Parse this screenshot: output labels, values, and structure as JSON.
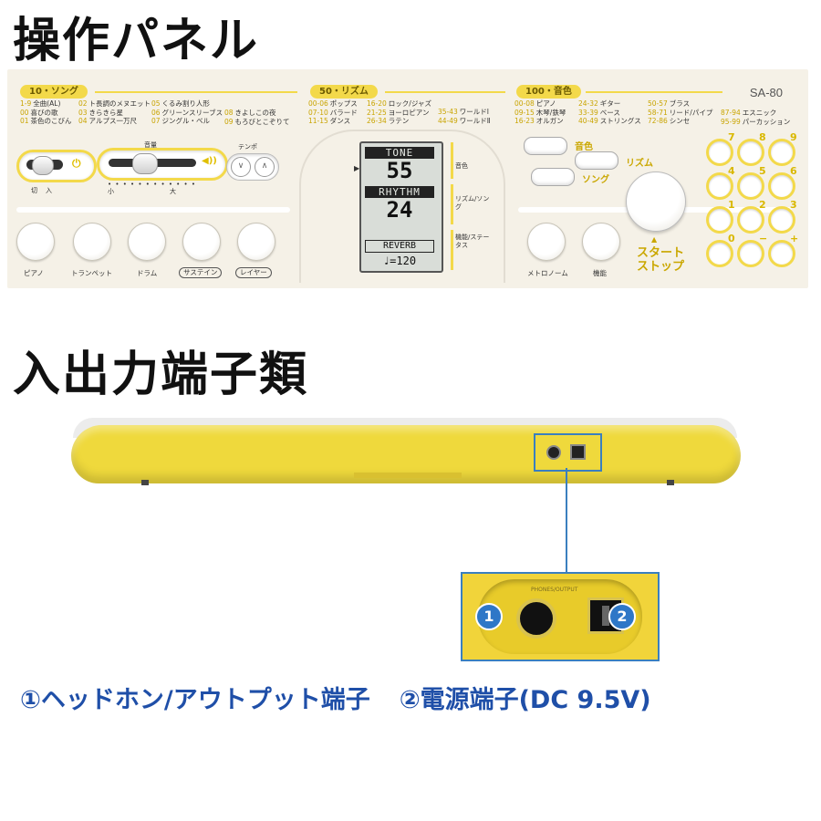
{
  "headings": {
    "panel": "操作パネル",
    "jacks": "入出力端子類"
  },
  "panel": {
    "model": "SA-80",
    "sections": {
      "song": "10・ソング",
      "rhythm": "50・リズム",
      "tone": "100・音色"
    },
    "song_list": [
      {
        "n": "1-9",
        "t": "全曲(AL)"
      },
      {
        "n": "00",
        "t": "喜びの歌"
      },
      {
        "n": "01",
        "t": "茶色のこびん"
      },
      {
        "n": "02",
        "t": "ト長調のメヌエット"
      },
      {
        "n": "03",
        "t": "きらきら星"
      },
      {
        "n": "04",
        "t": "アルプス一万尺"
      },
      {
        "n": "05",
        "t": "くるみ割り人形"
      },
      {
        "n": "06",
        "t": "グリーンスリーブス"
      },
      {
        "n": "07",
        "t": "ジングル・ベル"
      },
      {
        "n": "08",
        "t": "きよしこの夜"
      },
      {
        "n": "09",
        "t": "もろびとこぞりて"
      }
    ],
    "rhythm_list": [
      {
        "n": "00-06",
        "t": "ポップス"
      },
      {
        "n": "07-10",
        "t": "バラード"
      },
      {
        "n": "11-15",
        "t": "ダンス"
      },
      {
        "n": "16-20",
        "t": "ロック/ジャズ"
      },
      {
        "n": "21-25",
        "t": "ヨーロピアン"
      },
      {
        "n": "26-34",
        "t": "ラテン"
      },
      {
        "n": "35-43",
        "t": "ワールドⅠ"
      },
      {
        "n": "44-49",
        "t": "ワールドⅡ"
      }
    ],
    "tone_list": [
      {
        "n": "00-08",
        "t": "ピアノ"
      },
      {
        "n": "09-15",
        "t": "木琴/鉄琴"
      },
      {
        "n": "16-23",
        "t": "オルガン"
      },
      {
        "n": "24-32",
        "t": "ギター"
      },
      {
        "n": "33-39",
        "t": "ベース"
      },
      {
        "n": "40-49",
        "t": "ストリングス"
      },
      {
        "n": "50-57",
        "t": "ブラス"
      },
      {
        "n": "58-71",
        "t": "リード/パイプ"
      },
      {
        "n": "72-86",
        "t": "シンセ"
      },
      {
        "n": "87-94",
        "t": "エスニック"
      },
      {
        "n": "95-99",
        "t": "パーカッション"
      }
    ],
    "power": {
      "off": "切",
      "on": "入"
    },
    "volume": {
      "label": "音量",
      "min": "小",
      "max": "大"
    },
    "tempo": {
      "label": "テンポ",
      "down": "∨",
      "up": "∧"
    },
    "buttons": {
      "piano": "ピアノ",
      "trumpet": "トランペット",
      "drum": "ドラム",
      "sustain": "サステイン",
      "layer": "レイヤー",
      "metronome": "メトロノーム",
      "function": "機能"
    },
    "lcd": {
      "tone_tag": "TONE",
      "tone_num": "55",
      "rhythm_tag": "RHYTHM",
      "rhythm_num": "24",
      "reverb": "REVERB",
      "tempo": "♩=120"
    },
    "lcd_side": {
      "tone": "音色",
      "rhythm_song": "リズム/ソング",
      "func_status": "機能/ステータス"
    },
    "mode": {
      "tone": "音色",
      "rhythm": "リズム",
      "song": "ソング"
    },
    "start_stop": "スタートストップ",
    "numpad": [
      "7",
      "8",
      "9",
      "4",
      "5",
      "6",
      "1",
      "2",
      "3",
      "0",
      "−",
      "+"
    ]
  },
  "jacks": {
    "badge1": "1",
    "badge2": "2"
  },
  "caption": {
    "item1": "①ヘッドホン/アウトプット端子",
    "item2": "②電源端子(DC 9.5V)"
  }
}
